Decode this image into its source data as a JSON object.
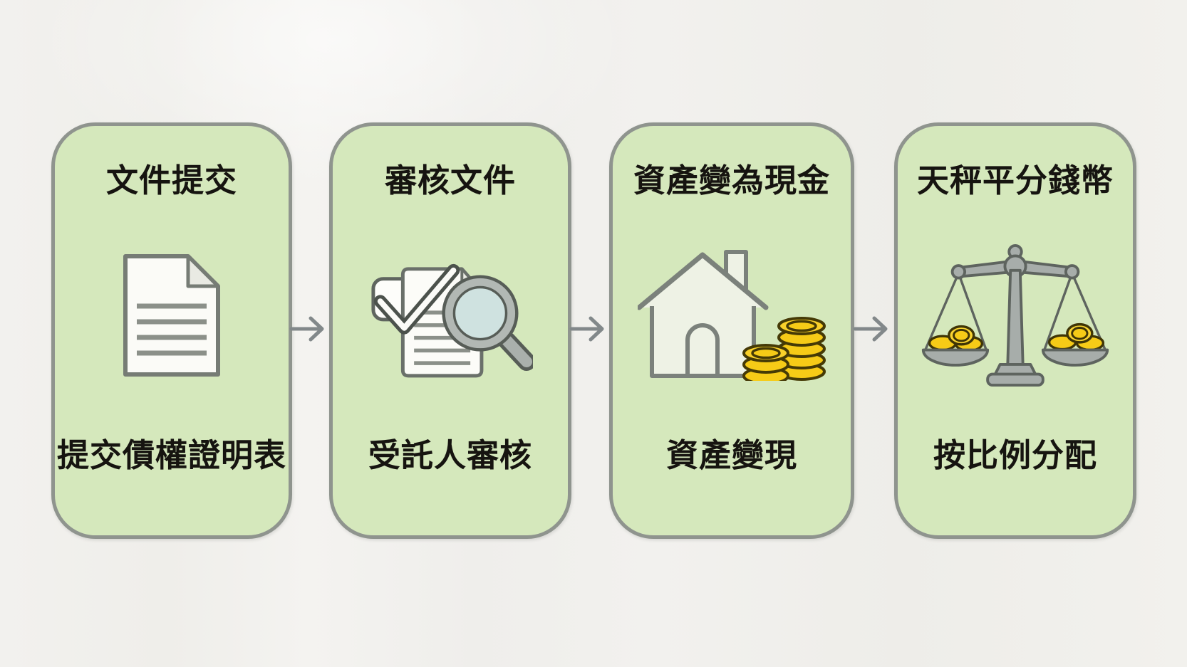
{
  "steps": [
    {
      "title": "文件提交",
      "label": "提交債權證明表",
      "icon": "document-icon"
    },
    {
      "title": "審核文件",
      "label": "受託人審核",
      "icon": "document-check-magnifier-icon"
    },
    {
      "title": "資產變為現金",
      "label": "資產變現",
      "icon": "house-coins-icon"
    },
    {
      "title": "天秤平分錢幣",
      "label": "按比例分配",
      "icon": "balance-scale-coins-icon"
    }
  ],
  "colors": {
    "background": "#f1f0ec",
    "card_fill": "#d5e8bc",
    "card_border": "#8f948e",
    "arrow": "#82888a",
    "text": "#161410",
    "icon_outline": "#767c75",
    "coin_gold": "#f6cb17",
    "lens_blue": "#cfe2e0",
    "metal_gray": "#a7adaa"
  }
}
